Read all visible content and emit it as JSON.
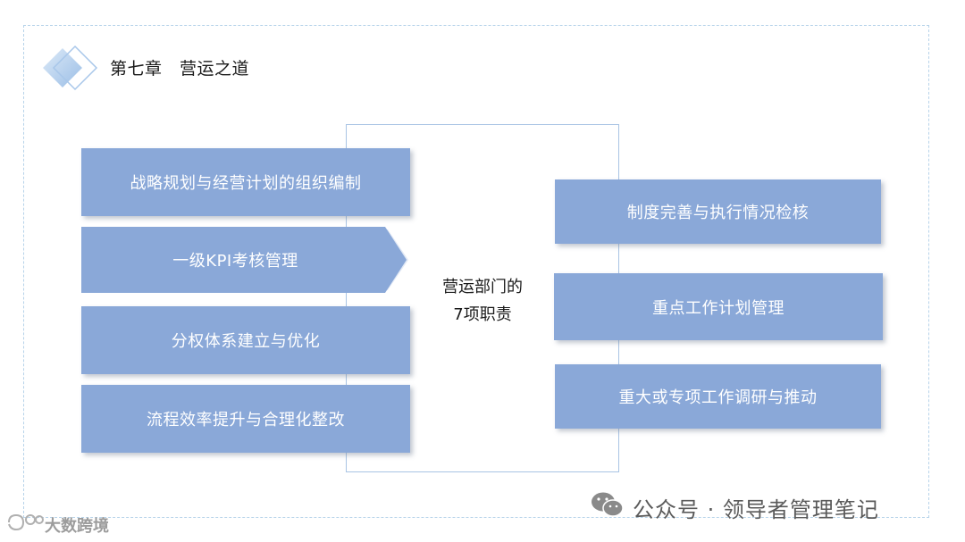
{
  "header": {
    "title": "第七章　营运之道"
  },
  "center": {
    "line1": "营运部门的",
    "line2": "7项职责"
  },
  "left_items": [
    "战略规划与经营计划的组织编制",
    "一级KPI考核管理",
    "分权体系建立与优化",
    "流程效率提升与合理化整改"
  ],
  "right_items": [
    "制度完善与执行情况检核",
    "重点工作计划管理",
    "重大或专项工作调研与推动"
  ],
  "watermark": {
    "text": "公众号 · 领导者管理笔记",
    "icon": "wechat-icon"
  },
  "corner": {
    "text": "大数跨境",
    "icon": "weibo-icon"
  },
  "colors": {
    "box_fill": "#8aa8d8",
    "border": "#a9c4e4",
    "frame": "#b7d3ea"
  }
}
